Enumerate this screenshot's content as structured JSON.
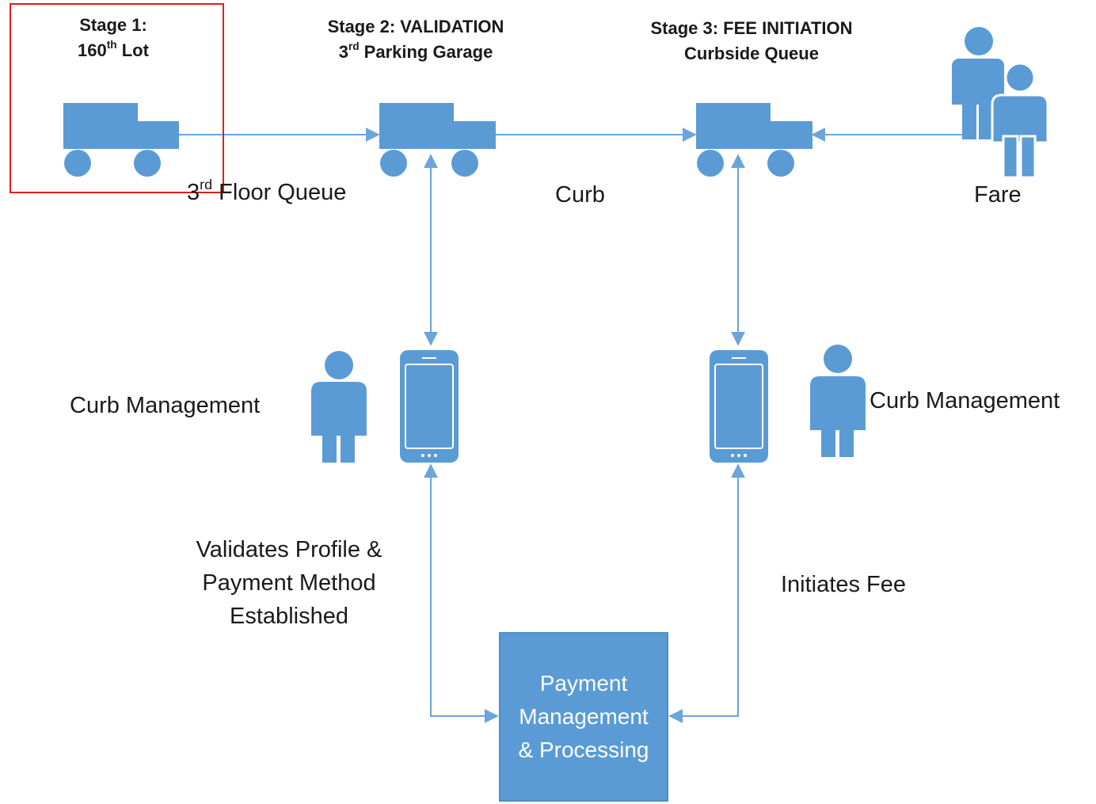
{
  "stages": {
    "stage1": {
      "line1": "Stage 1:",
      "line2_base": "160",
      "line2_sup": "th",
      "line2_rest": " Lot"
    },
    "stage2": {
      "line1": "Stage 2: VALIDATION",
      "line2_base": "3",
      "line2_sup": "rd",
      "line2_rest": " Parking Garage"
    },
    "stage3": {
      "line1": "Stage 3: FEE INITIATION",
      "line2": "Curbside Queue"
    }
  },
  "queue_label": {
    "base": "3",
    "sup": "rd",
    "rest": " Floor Queue"
  },
  "curb_label": "Curb",
  "fare_label": "Fare",
  "curb_management_left": "Curb Management",
  "curb_management_right": "Curb Management",
  "validates": {
    "line1": "Validates Profile &",
    "line2": "Payment Method",
    "line3": "Established"
  },
  "initiates_fee": "Initiates Fee",
  "payment_box": {
    "text": "Payment\nManagement\n& Processing"
  },
  "colors": {
    "shape_fill": "#5b9bd5",
    "arrow": "#6aa5dc",
    "highlight": "#e0201a",
    "phone_screen_border": "#ffffff"
  }
}
